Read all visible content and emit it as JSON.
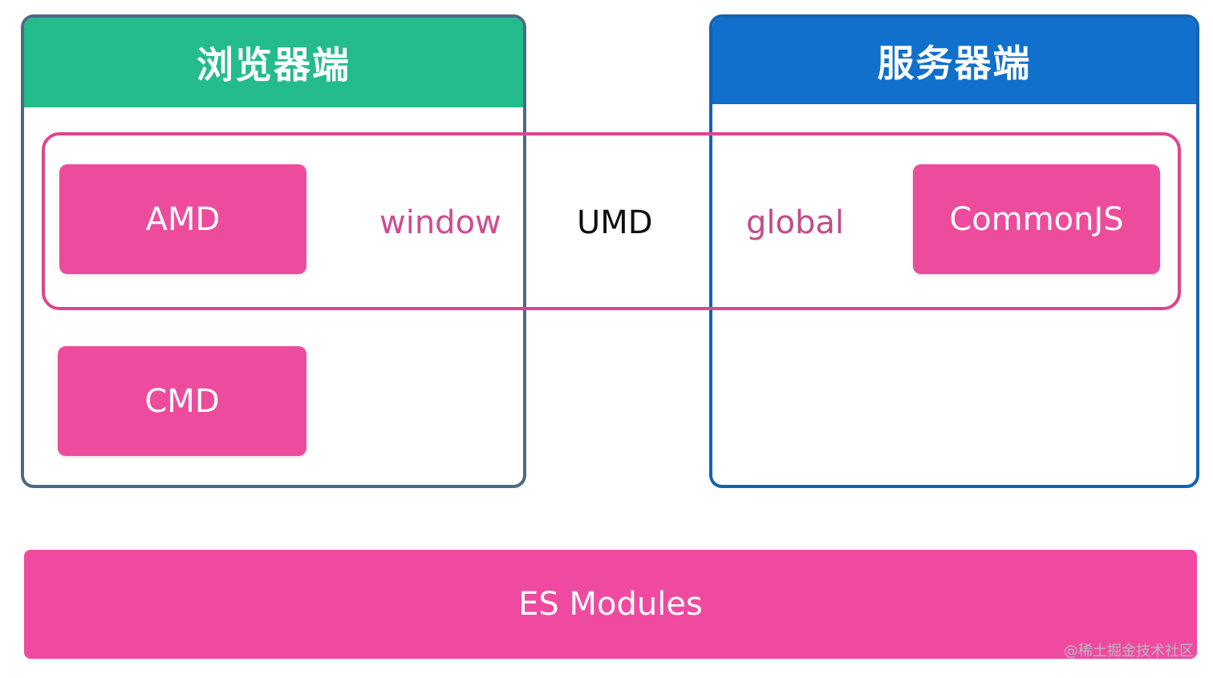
{
  "panels": {
    "browser": {
      "title": "浏览器端"
    },
    "server": {
      "title": "服务器端"
    }
  },
  "modules": {
    "amd": "AMD",
    "cmd": "CMD",
    "commonjs": "CommonJS",
    "es_modules": "ES Modules"
  },
  "umd": {
    "label": "UMD",
    "browser_global": "window",
    "server_global": "global"
  },
  "watermark": "@稀土掘金技术社区",
  "colors": {
    "browser_header": "#24bb8d",
    "server_header": "#1070cc",
    "module_pink": "#ed4c9d",
    "umd_frame": "#e0448e",
    "browser_border": "#4c6a86",
    "server_border": "#1462b4"
  }
}
